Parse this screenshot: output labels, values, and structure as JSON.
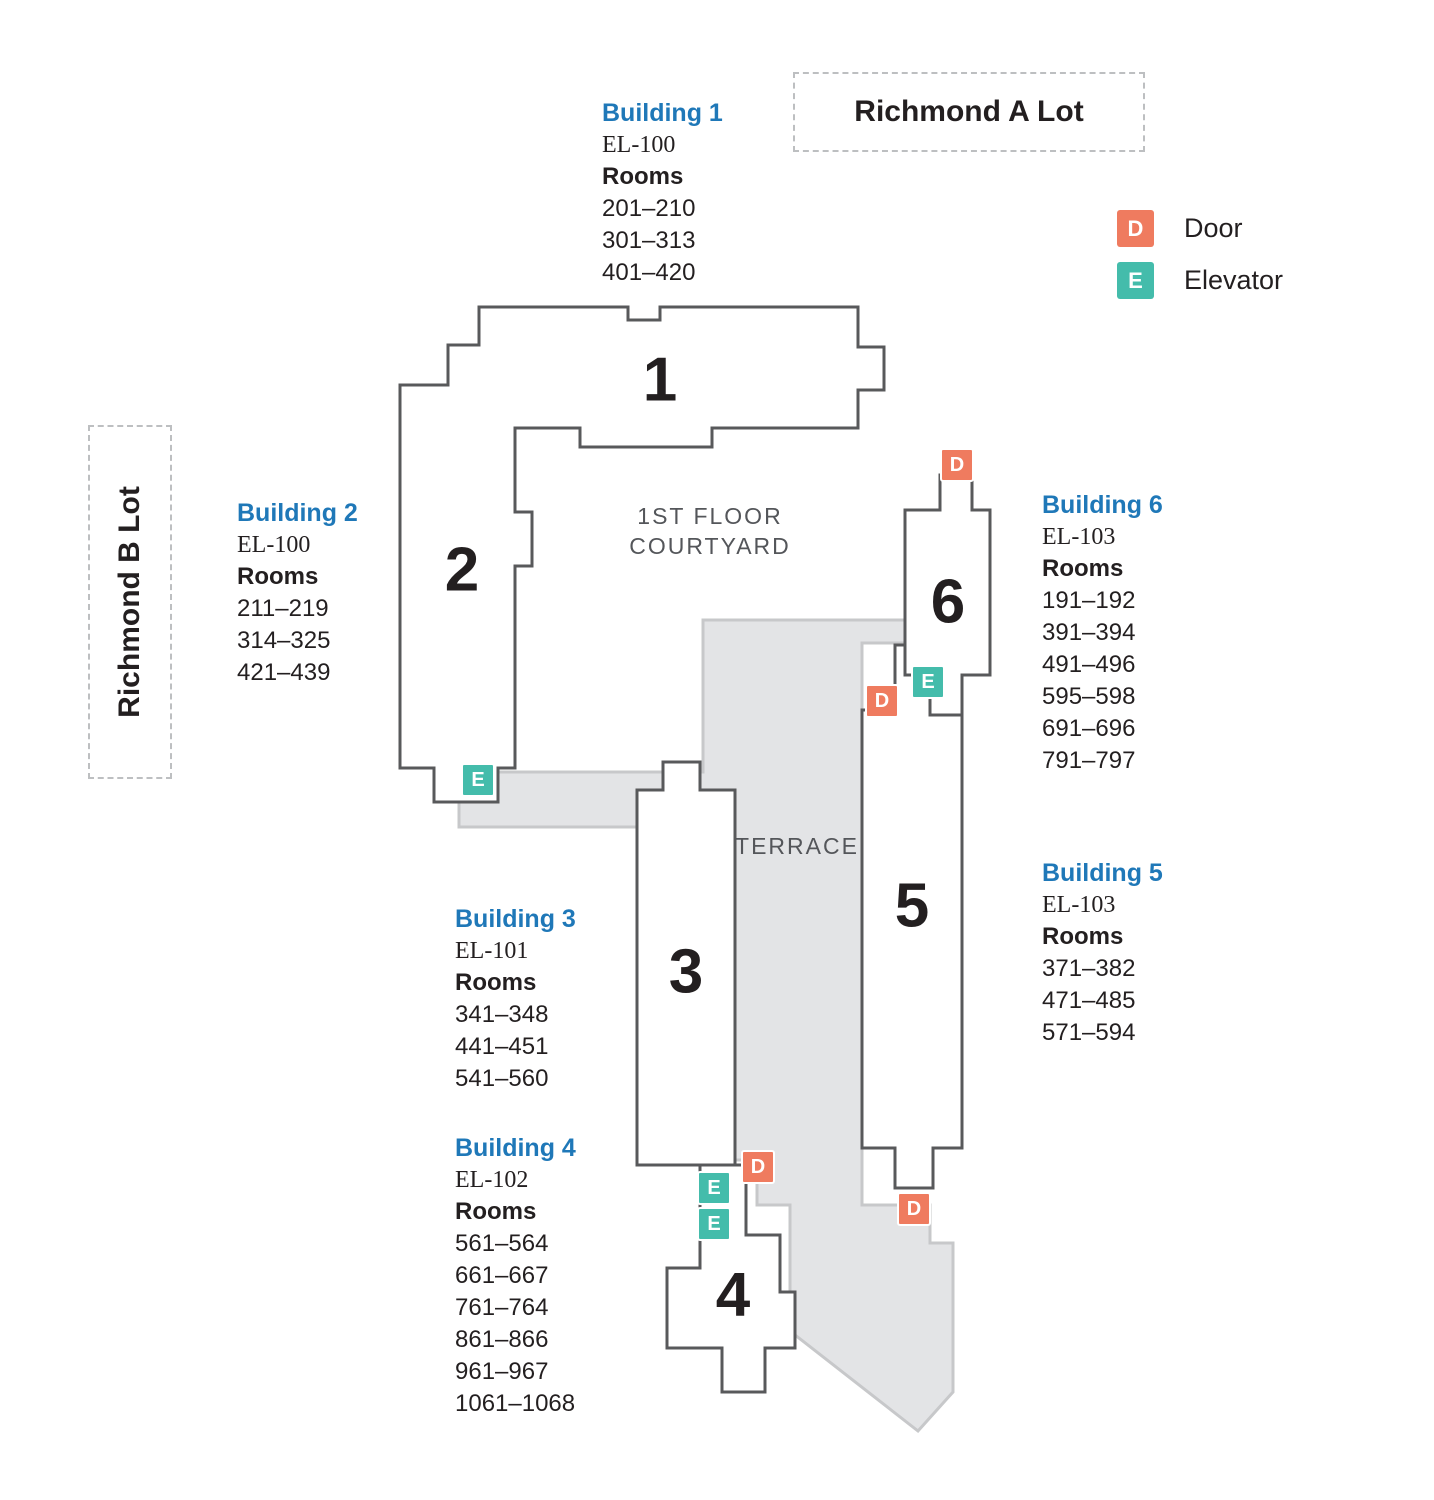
{
  "legend": {
    "door": {
      "letter": "D",
      "label": "Door",
      "color": "#EF7B5F"
    },
    "elevator": {
      "letter": "E",
      "label": "Elevator",
      "color": "#44BCAB"
    }
  },
  "lots": {
    "a_label": "Richmond A Lot",
    "b_label": "Richmond B Lot"
  },
  "areas": {
    "courtyard_line1": "1ST FLOOR",
    "courtyard_line2": "COURTYARD",
    "terrace": "TERRACE"
  },
  "buildings": [
    {
      "number": "1",
      "name": "Building 1",
      "el": "EL-100",
      "rooms_label": "Rooms",
      "rooms": [
        "201–210",
        "301–313",
        "401–420"
      ]
    },
    {
      "number": "2",
      "name": "Building 2",
      "el": "EL-100",
      "rooms_label": "Rooms",
      "rooms": [
        "211–219",
        "314–325",
        "421–439"
      ]
    },
    {
      "number": "3",
      "name": "Building 3",
      "el": "EL-101",
      "rooms_label": "Rooms",
      "rooms": [
        "341–348",
        "441–451",
        "541–560"
      ]
    },
    {
      "number": "4",
      "name": "Building 4",
      "el": "EL-102",
      "rooms_label": "Rooms",
      "rooms": [
        "561–564",
        "661–667",
        "761–764",
        "861–866",
        "961–967",
        "1061–1068"
      ]
    },
    {
      "number": "5",
      "name": "Building 5",
      "el": "EL-103",
      "rooms_label": "Rooms",
      "rooms": [
        "371–382",
        "471–485",
        "571–594"
      ]
    },
    {
      "number": "6",
      "name": "Building 6",
      "el": "EL-103",
      "rooms_label": "Rooms",
      "rooms": [
        "191–192",
        "391–394",
        "491–496",
        "595–598",
        "691–696",
        "791–797"
      ]
    }
  ],
  "colors": {
    "door": "#EF7B5F",
    "elevator": "#44BCAB",
    "heading_blue": "#1F78B8",
    "building_outline": "#58595B",
    "terrace_fill": "#E3E4E6",
    "text_dark": "#231F20"
  }
}
